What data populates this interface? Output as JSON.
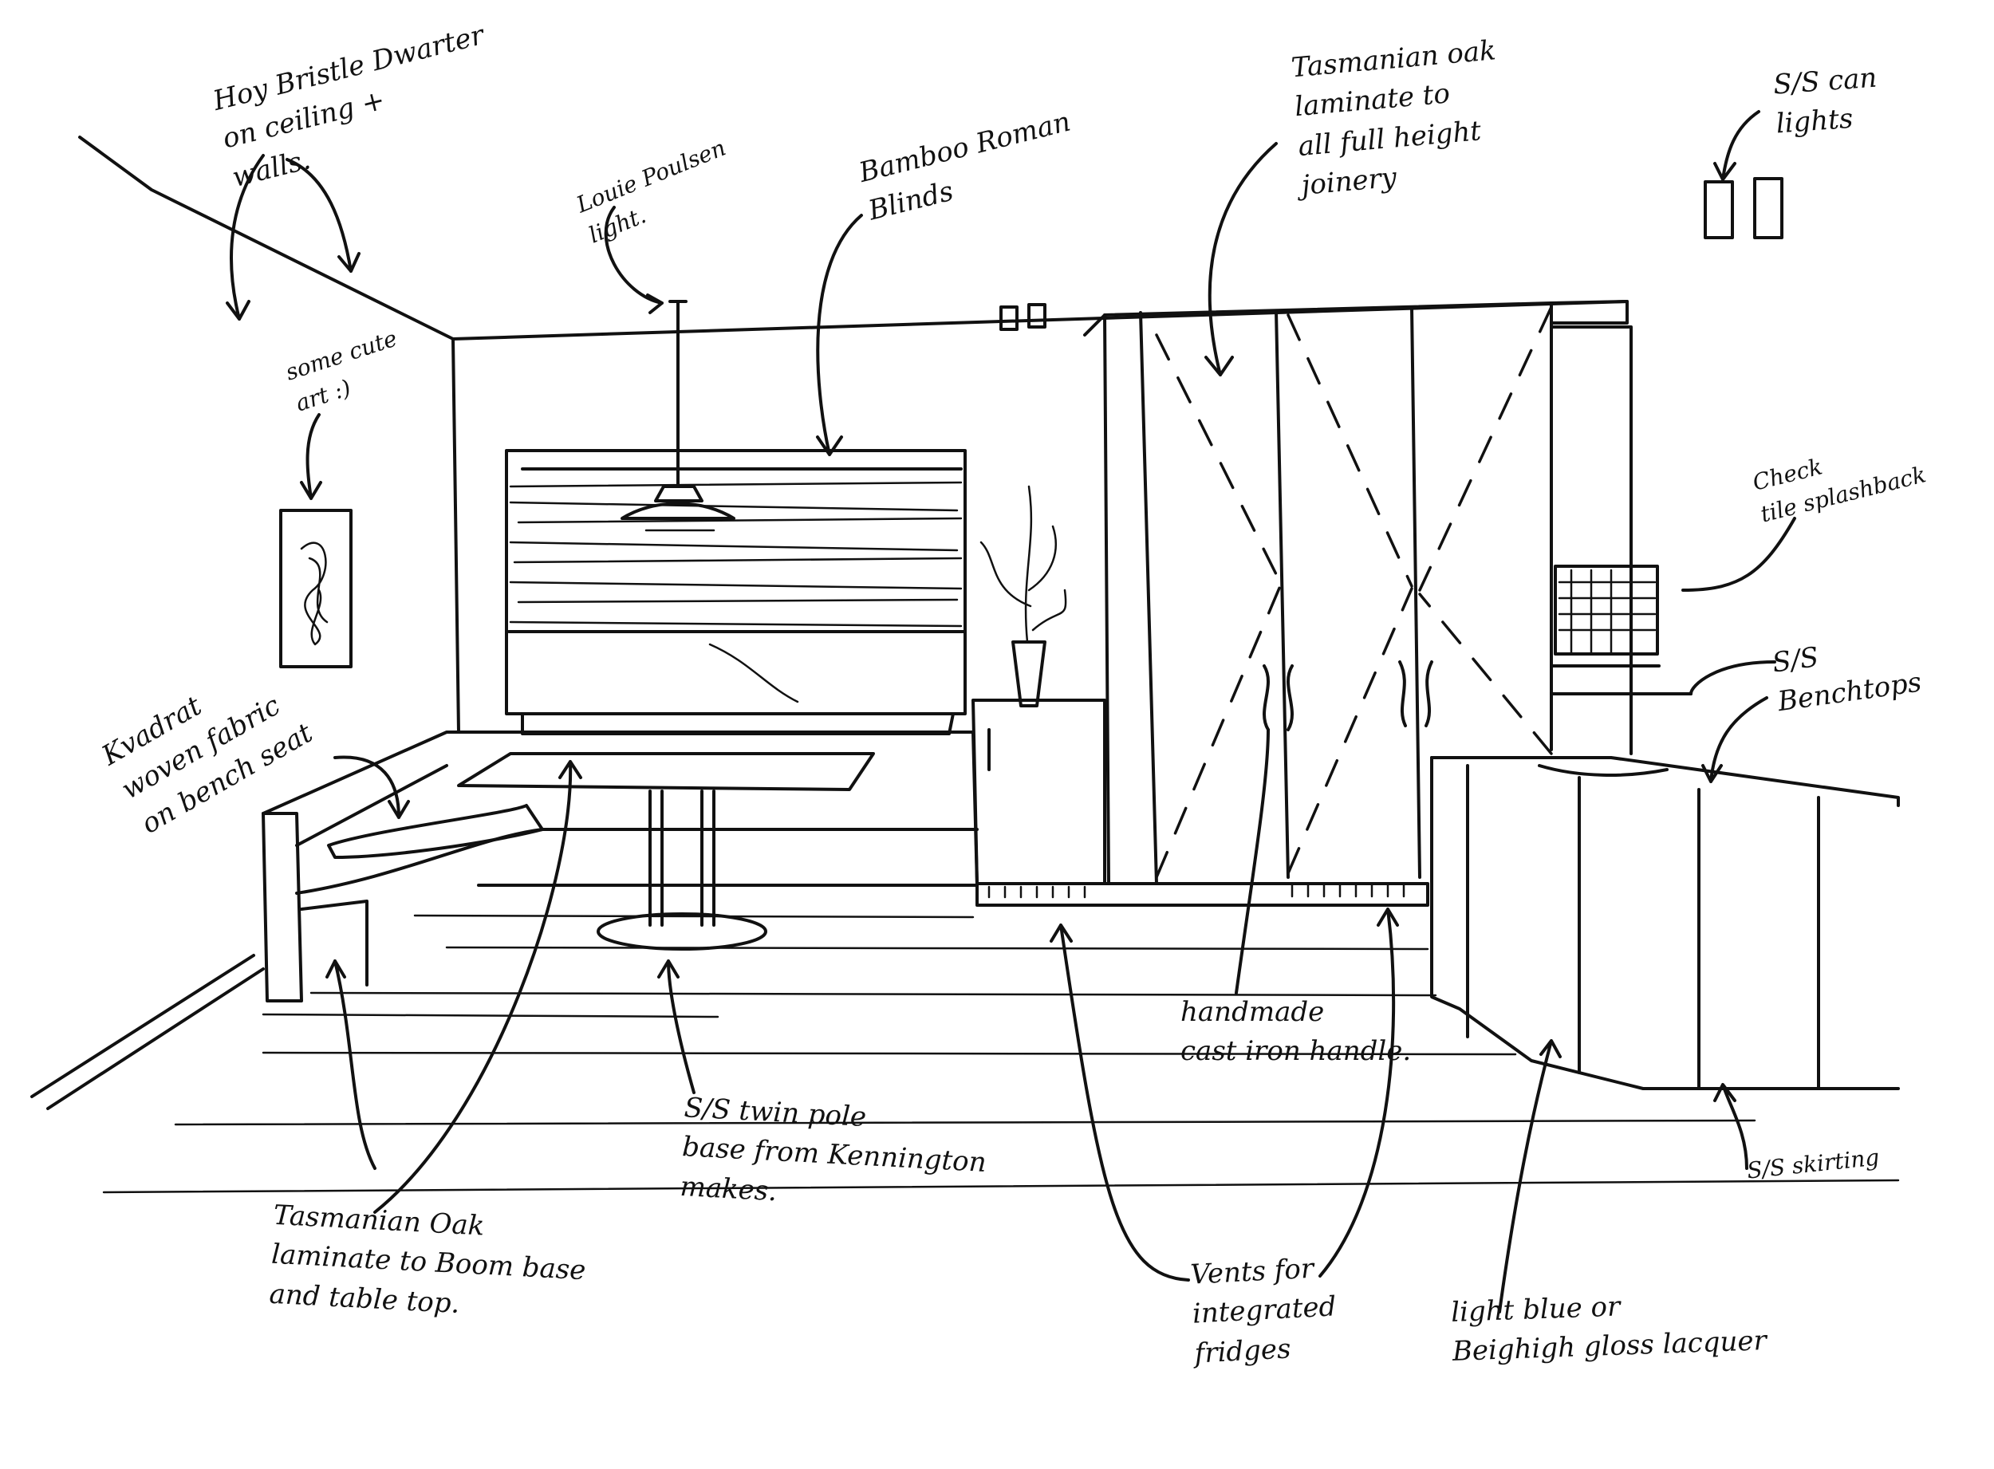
{
  "annotations": {
    "ceiling_walls": "Hoy Bristle Dwarter\non ceiling +\nwalls.",
    "wall_art": "some cute\nart :)",
    "pendant_light": "Louie Poulsen\nlight.",
    "blinds": "Bamboo Roman\nBlinds",
    "joinery_laminate": "Tasmanian oak\nlaminate to\nall full height\njoinery",
    "can_lights": "S/S can\nlights",
    "splashback": "Check\ntile splashback",
    "benchtops": "S/S\nBenchtops",
    "bench_fabric": "Kvadrat\nwoven fabric\non bench seat",
    "handle": "handmade\ncast iron handle.",
    "table_base": "S/S twin pole\nbase from Kennington\nmakes.",
    "booth_laminate": "Tasmanian Oak\nlaminate to Boom base\nand table top.",
    "vents": "Vents for\nintegrated\nfridges",
    "lacquer": "light blue or\nBeighigh gloss lacquer",
    "skirting": "S/S skirting"
  }
}
